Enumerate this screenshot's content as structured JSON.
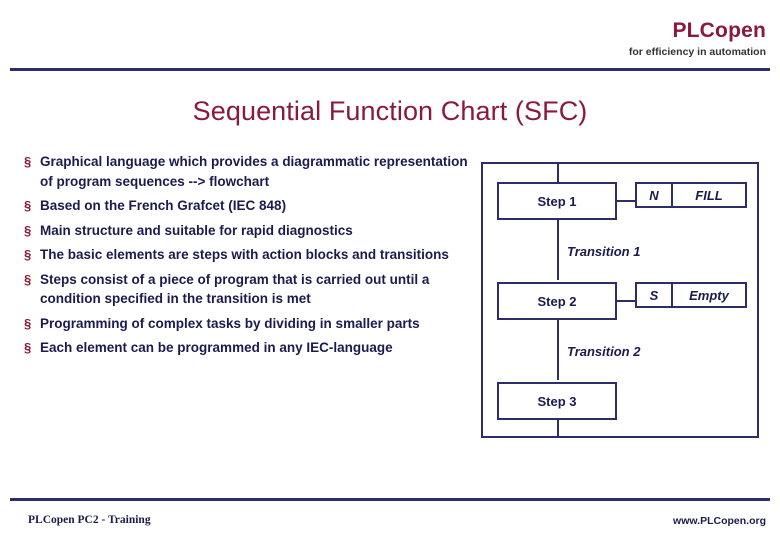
{
  "header": {
    "brand_title": "PLCopen",
    "brand_subtitle": "for efficiency in automation",
    "accent_color": "#8b1a3a",
    "rule_color": "#2d2d6b"
  },
  "slide": {
    "title": "Sequential Function Chart (SFC)",
    "bullets": [
      "Graphical language which provides a diagrammatic representation of program sequences --> flowchart",
      "Based on the French Grafcet (IEC 848)",
      "Main structure and suitable for rapid diagnostics",
      "The basic elements are steps with action blocks and transitions",
      "Steps consist of a piece of program that is carried out until a condition specified in the transition is met",
      "Programming of complex tasks by dividing in smaller parts",
      "Each element can be programmed in any IEC-language"
    ],
    "bullet_marker": "§"
  },
  "diagram": {
    "steps": [
      {
        "label": "Step 1"
      },
      {
        "label": "Step 2"
      },
      {
        "label": "Step 3"
      }
    ],
    "actions": [
      {
        "qualifier": "N",
        "name": "FILL"
      },
      {
        "qualifier": "S",
        "name": "Empty"
      }
    ],
    "transitions": [
      {
        "label": "Transition 1"
      },
      {
        "label": "Transition 2"
      }
    ]
  },
  "footer": {
    "left": "PLCopen PC2 - Training",
    "right": "www.PLCopen.org"
  }
}
